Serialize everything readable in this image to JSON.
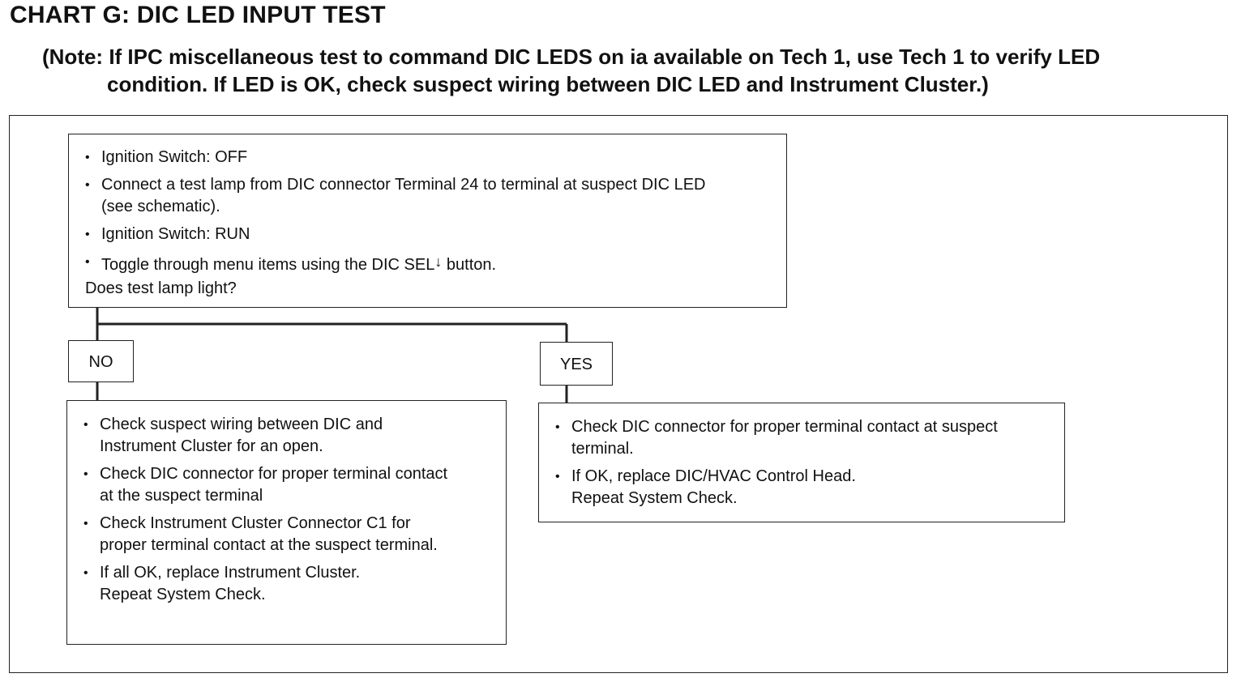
{
  "header": {
    "title": "CHART G: DIC LED INPUT TEST",
    "note_line_1": "(Note: If IPC miscellaneous test to command DIC LEDS on ia available on Tech 1, use Tech 1 to verify LED",
    "note_line_2": "condition. If LED is OK, check suspect wiring between DIC LED and Instrument Cluster.)"
  },
  "start": {
    "items": [
      {
        "text": "Ignition Switch:  OFF"
      },
      {
        "text": "Connect a test lamp from DIC connector Terminal 24 to terminal at suspect DIC LED",
        "cont": "(see schematic)."
      },
      {
        "text": "Ignition Switch:  RUN"
      },
      {
        "text": "Toggle through menu items using the DIC SEL",
        "glyph": "↓",
        "after": " button."
      }
    ],
    "question": "Does test lamp light?"
  },
  "decisions": {
    "no": "NO",
    "yes": "YES"
  },
  "no_branch": {
    "items": [
      {
        "text": "Check suspect wiring between DIC and",
        "cont": "Instrument Cluster for an open."
      },
      {
        "text": "Check DIC connector for proper terminal contact",
        "cont": "at the suspect terminal"
      },
      {
        "text": "Check Instrument Cluster Connector C1 for",
        "cont": "proper terminal contact at the suspect terminal."
      },
      {
        "text": "If all OK, replace Instrument Cluster.",
        "cont": "Repeat System Check."
      }
    ]
  },
  "yes_branch": {
    "items": [
      {
        "text": "Check DIC connector for proper terminal contact at suspect",
        "cont": "terminal."
      },
      {
        "text": "If OK, replace DIC/HVAC Control Head.",
        "cont": "Repeat System Check."
      }
    ]
  }
}
